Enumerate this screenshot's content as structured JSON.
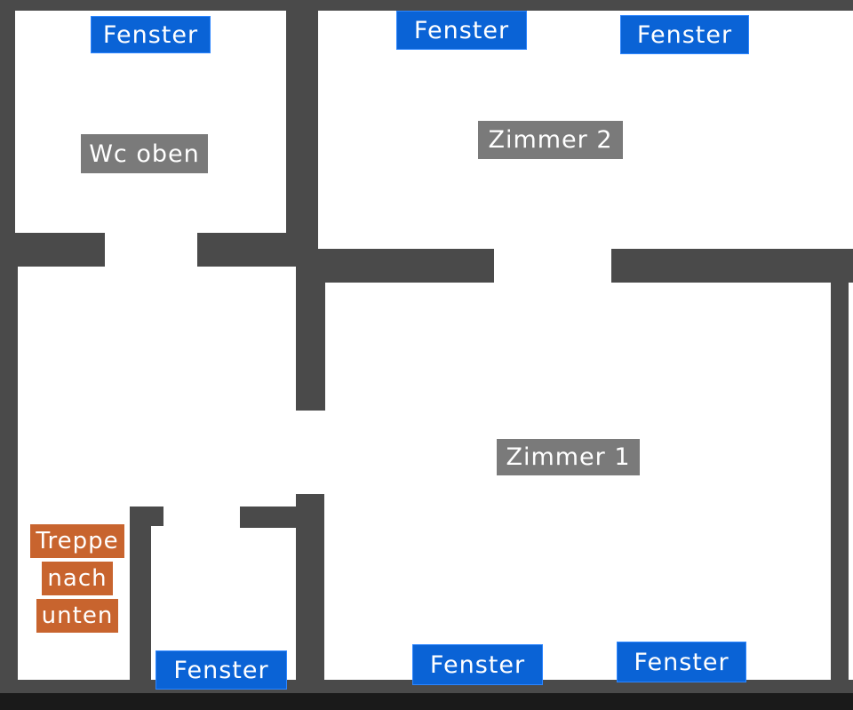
{
  "window_label": "Fenster",
  "rooms": {
    "wc": "Wc oben",
    "zimmer2": "Zimmer 2",
    "zimmer1": "Zimmer 1"
  },
  "stairs": [
    "Treppe",
    "nach",
    "unten"
  ],
  "colors": {
    "wall": "#4a4a4a",
    "window_label_bg": "#0a63d6",
    "room_label_bg": "#7a7a7a",
    "stairs_label_bg": "#c8642e"
  }
}
